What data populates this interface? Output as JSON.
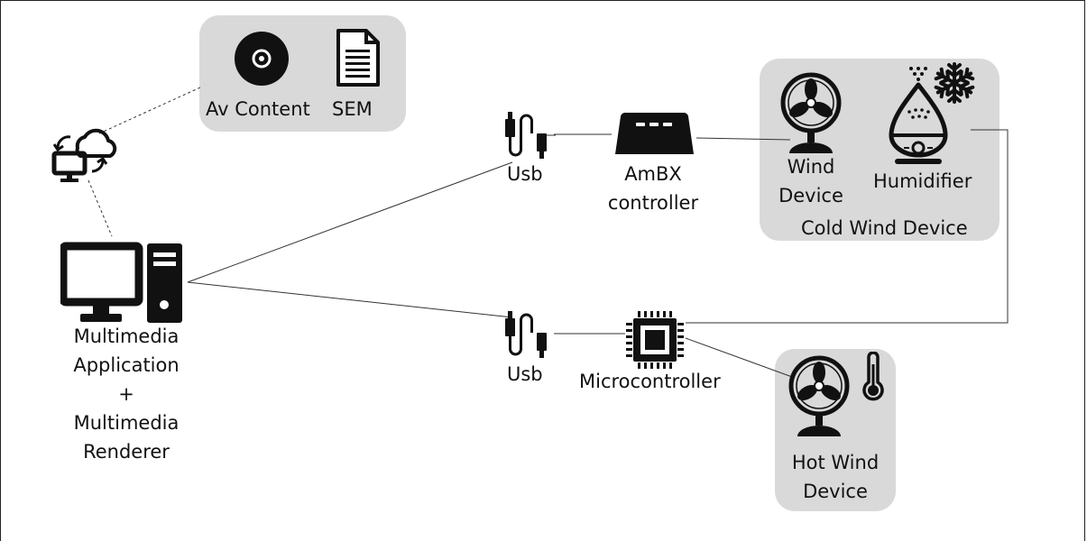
{
  "labels": {
    "av_content": "Av Content",
    "sem": "SEM",
    "multimedia_line1": "Multimedia",
    "multimedia_line2": "Application",
    "multimedia_line3": "+",
    "multimedia_line4": "Multimedia",
    "multimedia_line5": "Renderer",
    "usb_top": "Usb",
    "usb_bottom": "Usb",
    "ambx_line1": "AmBX",
    "ambx_line2": "controller",
    "microcontroller": "Microcontroller",
    "wind_line1": "Wind",
    "wind_line2": "Device",
    "humidifier": "Humidifier",
    "cold_group": "Cold Wind Device",
    "hot_line1": "Hot Wind",
    "hot_line2": "Device"
  },
  "icons": [
    "disc-icon",
    "document-icon",
    "cloud-sync-icon",
    "desktop-pc-icon",
    "usb-cable-icon",
    "ambx-controller-icon",
    "microchip-icon",
    "fan-icon",
    "humidifier-icon",
    "snowflake-icon",
    "thermometer-icon"
  ],
  "colors": {
    "panel": "#d9d9d9",
    "icon": "#111111",
    "line": "#333333"
  }
}
